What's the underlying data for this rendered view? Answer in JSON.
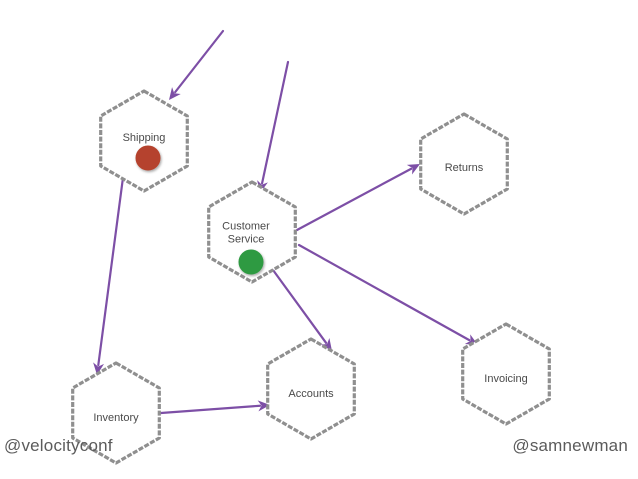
{
  "services": [
    {
      "id": "shipping",
      "label": [
        "Shipping"
      ],
      "status_color": "#b5432d"
    },
    {
      "id": "customer-service",
      "label": [
        "Customer",
        "Service"
      ],
      "status_color": "#2f9a42"
    },
    {
      "id": "returns",
      "label": [
        "Returns"
      ],
      "status_color": ""
    },
    {
      "id": "inventory",
      "label": [
        "Inventory"
      ],
      "status_color": ""
    },
    {
      "id": "accounts",
      "label": [
        "Accounts"
      ],
      "status_color": ""
    },
    {
      "id": "invoicing",
      "label": [
        "Invoicing"
      ],
      "status_color": ""
    }
  ],
  "connections": [
    {
      "from": "",
      "to": "shipping"
    },
    {
      "from": "",
      "to": "customer-service"
    },
    {
      "from": "customer-service",
      "to": "returns"
    },
    {
      "from": "customer-service",
      "to": "invoicing"
    },
    {
      "from": "customer-service",
      "to": "accounts"
    },
    {
      "from": "shipping",
      "to": "inventory"
    },
    {
      "from": "inventory",
      "to": "accounts"
    }
  ],
  "colors": {
    "arrow": "#7d4fa6",
    "hex_border": "#8f8f8f"
  },
  "footer": {
    "left": "@velocityconf",
    "right": "@samnewman"
  }
}
